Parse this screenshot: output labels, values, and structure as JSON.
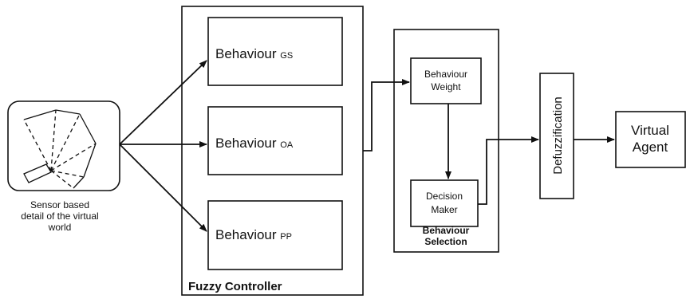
{
  "sensor": {
    "caption_line1": "Sensor based",
    "caption_line2": "detail of the virtual",
    "caption_line3": "world"
  },
  "fuzzy_controller": {
    "label": "Fuzzy Controller",
    "behaviours": [
      {
        "name": "Behaviour",
        "subscript": "GS"
      },
      {
        "name": "Behaviour",
        "subscript": "OA"
      },
      {
        "name": "Behaviour",
        "subscript": "PP"
      }
    ]
  },
  "behaviour_selection": {
    "label_line1": "Behaviour",
    "label_line2": "Selection",
    "weight_line1": "Behaviour",
    "weight_line2": "Weight",
    "decision_line1": "Decision",
    "decision_line2": "Maker"
  },
  "defuzzification": {
    "label": "Defuzzification"
  },
  "virtual_agent": {
    "line1": "Virtual",
    "line2": "Agent"
  }
}
